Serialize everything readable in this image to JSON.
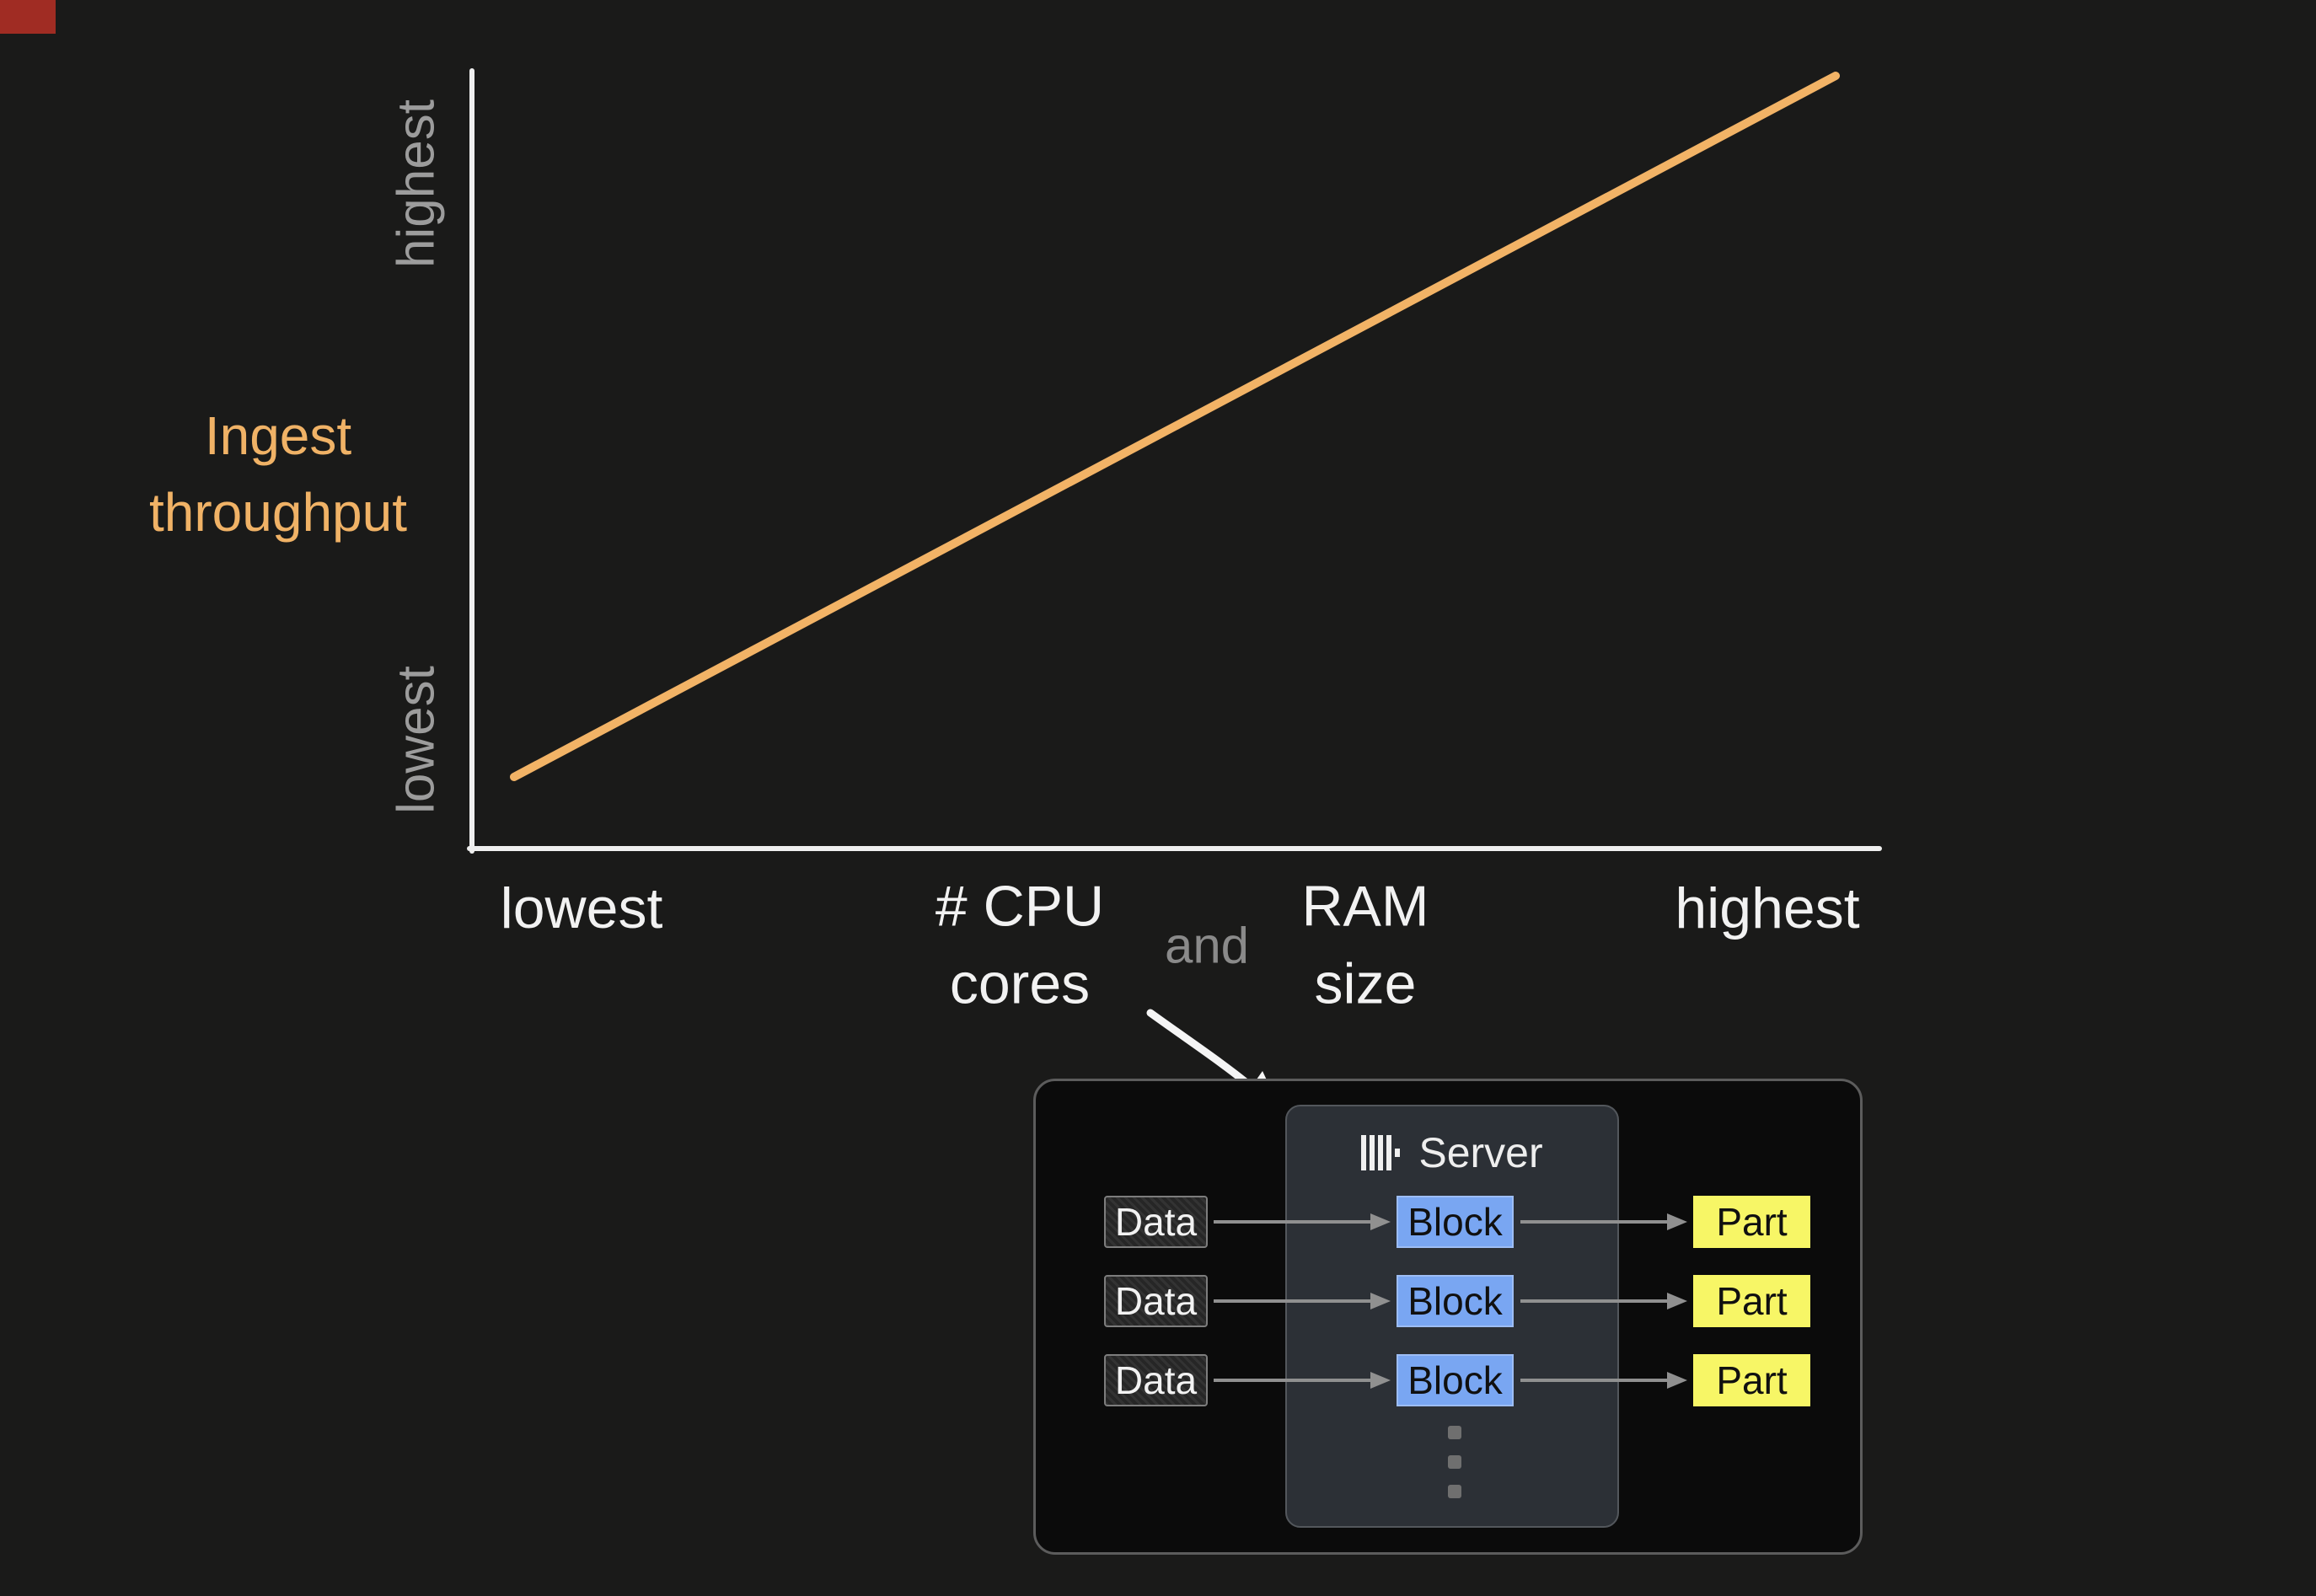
{
  "colors": {
    "background": "#1a1a19",
    "axis": "#efefef",
    "trend_line": "#f2b366",
    "ylabel_text": "#f0b266",
    "muted_text": "#9c9c9c",
    "data_fill": "#262626",
    "block_fill": "#79a6f2",
    "part_fill": "#f7f666",
    "container_border": "#5c5c5c",
    "server_fill": "#2c3036"
  },
  "chart": {
    "ylabel_line1": "Ingest",
    "ylabel_line2": "throughput",
    "ytick_top": "highest",
    "ytick_bottom": "lowest",
    "xtick_left": "lowest",
    "xtick_right": "highest",
    "xlabel_cpu_line1": "# CPU",
    "xlabel_cpu_line2": "cores",
    "xlabel_and": "and",
    "xlabel_ram_line1": "RAM",
    "xlabel_ram_line2": "size"
  },
  "chart_data": {
    "type": "line",
    "title": "",
    "xlabel": "# CPU cores and RAM size",
    "ylabel": "Ingest throughput",
    "x_tick_labels": [
      "lowest",
      "highest"
    ],
    "y_tick_labels": [
      "lowest",
      "highest"
    ],
    "grid": false,
    "legend": false,
    "series": [
      {
        "name": "Ingest throughput",
        "color": "#f2b366",
        "x_normalized": [
          0.03,
          0.97
        ],
        "y_normalized": [
          0.09,
          0.98
        ],
        "trend": "linear increasing"
      }
    ],
    "annotation": "Ingest throughput scales linearly from lowest to highest as # CPU cores and RAM size grow"
  },
  "diagram": {
    "server_label": "Server",
    "server_icon": "clickhouse-bars-logo",
    "ellipsis": "vertical-dots",
    "rows": [
      {
        "input": "Data",
        "stage": "Block",
        "output": "Part"
      },
      {
        "input": "Data",
        "stage": "Block",
        "output": "Part"
      },
      {
        "input": "Data",
        "stage": "Block",
        "output": "Part"
      }
    ]
  }
}
